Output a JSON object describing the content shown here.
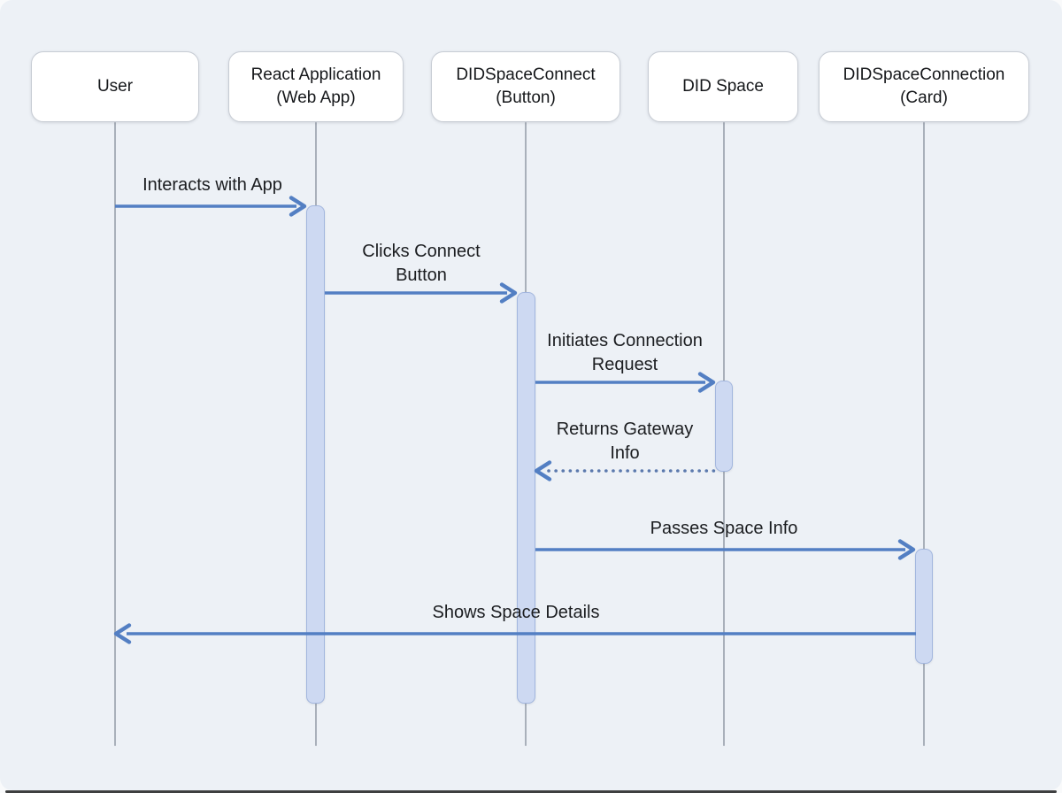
{
  "colors": {
    "background": "#edf1f6",
    "participant_fill": "#ffffff",
    "participant_border": "#c7ccd4",
    "lifeline": "#a9b0ba",
    "activation_fill": "#cdd9f2",
    "activation_border": "#a2b6de",
    "arrow": "#537fc3",
    "dotted_arrow": "#5b79ad",
    "text": "#1b1d20"
  },
  "diagram": {
    "type": "sequence-diagram",
    "participants": [
      {
        "id": "user",
        "label": "User"
      },
      {
        "id": "react-app",
        "label": [
          "React Application",
          "(Web App)"
        ]
      },
      {
        "id": "didspace-connect",
        "label": [
          "DIDSpaceConnect",
          "(Button)"
        ]
      },
      {
        "id": "did-space",
        "label": "DID Space"
      },
      {
        "id": "didspace-connection",
        "label": [
          "DIDSpaceConnection",
          "(Card)"
        ]
      }
    ],
    "messages": [
      {
        "text": "Interacts with App",
        "from": "user",
        "to": "react-app",
        "style": "solid"
      },
      {
        "text": [
          "Clicks Connect",
          "Button"
        ],
        "from": "react-app",
        "to": "didspace-connect",
        "style": "solid"
      },
      {
        "text": [
          "Initiates Connection",
          "Request"
        ],
        "from": "didspace-connect",
        "to": "did-space",
        "style": "solid"
      },
      {
        "text": [
          "Returns Gateway",
          "Info"
        ],
        "from": "did-space",
        "to": "didspace-connect",
        "style": "dotted"
      },
      {
        "text": "Passes Space Info",
        "from": "didspace-connect",
        "to": "didspace-connection",
        "style": "solid"
      },
      {
        "text": "Shows Space Details",
        "from": "didspace-connection",
        "to": "user",
        "style": "solid"
      }
    ]
  }
}
